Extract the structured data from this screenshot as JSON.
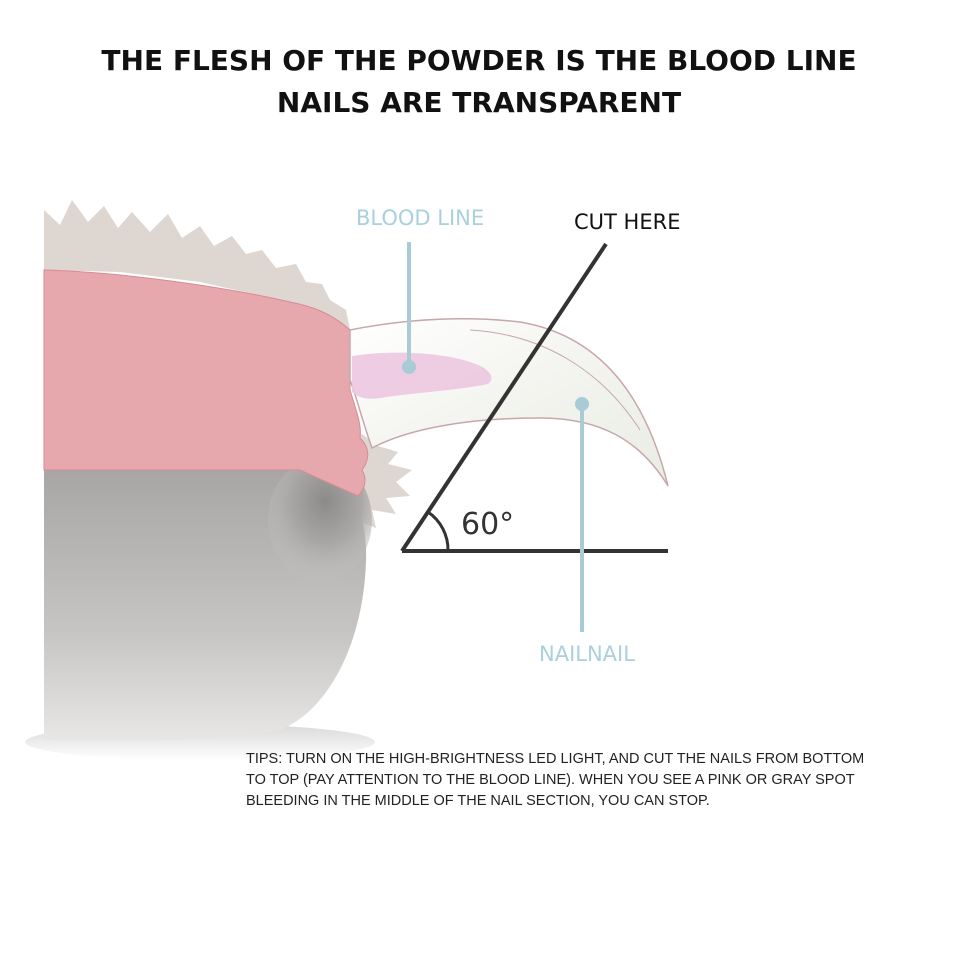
{
  "title": {
    "line1": "THE FLESH OF THE POWDER IS THE BLOOD LINE",
    "line2": "NAILS ARE TRANSPARENT"
  },
  "labels": {
    "blood_line": "BLOOD LINE",
    "cut_here": "CUT HERE",
    "angle": "60°",
    "nail": "NAILNAIL"
  },
  "tips": "TIPS: TURN ON THE HIGH-BRIGHTNESS LED LIGHT, AND CUT THE NAILS FROM BOTTOM TO TOP (PAY ATTENTION TO THE BLOOD LINE). WHEN YOU SEE A PINK OR GRAY SPOT BLEEDING IN THE MIDDLE OF THE NAIL SECTION, YOU CAN STOP.",
  "colors": {
    "label_blue": "#a9d0dc",
    "pointer_blue": "#a9cbd6",
    "flesh_pink": "#e6a8ad",
    "quick_pink": "#ecc6e0",
    "fur_gray": "#ddd6d1",
    "paw_gray": "#b8b6b4",
    "line_dark": "#333333"
  }
}
